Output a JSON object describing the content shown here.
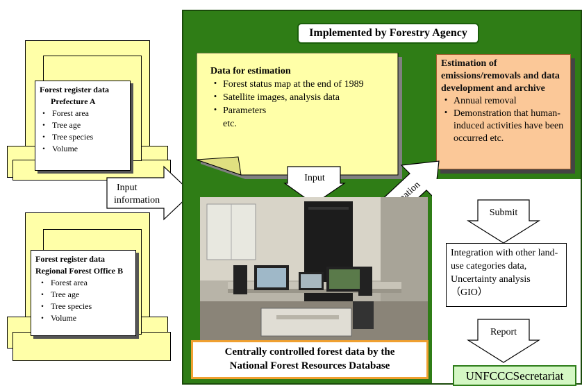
{
  "agency_label": "Implemented by Forestry Agency",
  "prefecture_doc": {
    "title_line1": "Forest register data",
    "title_line2": "Prefecture A",
    "items": [
      "Forest area",
      "Tree age",
      "Tree species",
      "Volume"
    ]
  },
  "regional_doc": {
    "title_line1": "Forest register data",
    "title_line2": "Regional Forest Office B",
    "items": [
      "Forest area",
      "Tree age",
      "Tree species",
      "Volume"
    ]
  },
  "input_info_arrow": {
    "line1": "Input",
    "line2": "information"
  },
  "data_note": {
    "title": "Data for estimation",
    "items": [
      "Forest status map at the end of 1989",
      "Satellite images, analysis data",
      "Parameters"
    ],
    "trailer": "etc."
  },
  "estimation_box": {
    "title": "Estimation of emissions/removals and data development and archive",
    "items": [
      "Annual removal",
      "Demonstration that human-induced activities have been occurred etc."
    ]
  },
  "input_arrow_label": "Input",
  "estimation_arrow_label": "Estimation",
  "database_caption": {
    "line1": "Centrally controlled forest data by the",
    "line2": "National Forest Resources Database"
  },
  "submit_label": "Submit",
  "integration_text": "Integration with other land-use categories data, Uncertainty analysis（GIO）",
  "report_label": "Report",
  "unfccc_label": "UNFCCCSecretariat",
  "colors": {
    "green_panel": "#2f7d16",
    "inner_green": "#2e7d1a",
    "yellow_doc": "#ffffa8",
    "orange_box": "#fbc898",
    "unfccc_bg": "#d4f7c4"
  }
}
